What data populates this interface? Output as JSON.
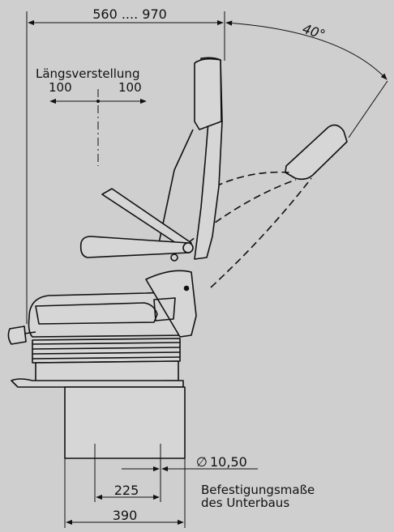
{
  "dimensions": {
    "top_span": "560 .... 970",
    "angle": "40°",
    "adjust_label": "Längsverstellung",
    "adjust_left": "100",
    "adjust_right": "100",
    "bolt_diameter_symbol": "∅",
    "bolt_diameter": "10,50",
    "inner_width": "225",
    "outer_width": "390",
    "note_line1": "Befestigungsmaße",
    "note_line2": "des Unterbaus"
  },
  "colors": {
    "background": "#cfcfcf",
    "line": "#111111",
    "seat_fill": "#d6d6d6"
  }
}
